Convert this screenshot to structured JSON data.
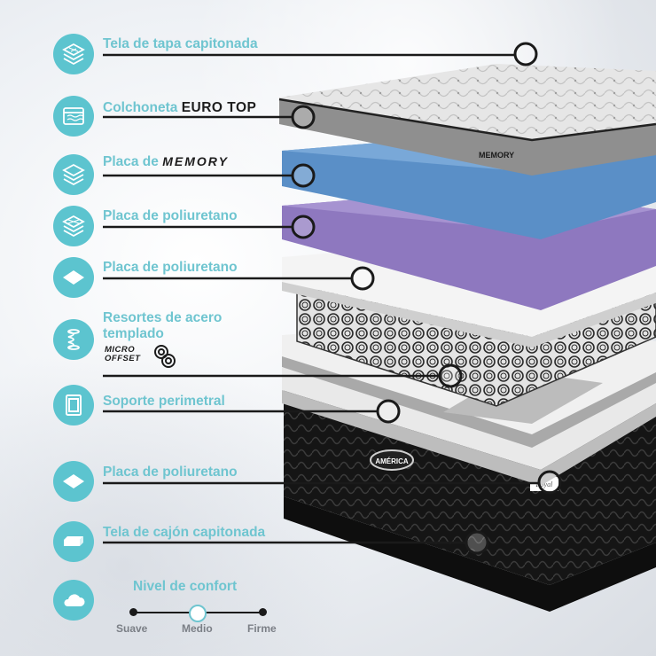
{
  "layers": [
    {
      "label": "Tela de tapa capitonada",
      "icon": "quilted-fabric-layers-icon"
    },
    {
      "label": "Colchoneta ",
      "brand": "EURO TOP",
      "icon": "euro-top-pad-icon"
    },
    {
      "label": "Placa de ",
      "brand": "MEMORY",
      "icon": "memory-foam-layers-icon"
    },
    {
      "label": "Placa de poliuretano",
      "icon": "foam-layers-icon"
    },
    {
      "label": "Placa de poliuretano",
      "icon": "foam-sheet-icon"
    },
    {
      "label": "Resortes de acero",
      "label2": "templado",
      "icon": "spring-icon"
    },
    {
      "label": "Soporte perimetral",
      "icon": "perimeter-support-icon"
    },
    {
      "label": "Placa de poliuretano",
      "icon": "foam-sheet-icon"
    },
    {
      "label": "Tela de cajón capitonada",
      "icon": "box-base-icon"
    }
  ],
  "spring_brand": {
    "line1": "MICRO",
    "line2": "OFFSET"
  },
  "mattress_labels": {
    "top_memory": "MEMORY",
    "base_brand": "AMÉRICA",
    "base_tag": "Royal"
  },
  "comfort": {
    "title": "Nivel de confort",
    "levels": [
      "Suave",
      "Medio",
      "Firme"
    ],
    "selected": "Medio",
    "value_fraction": 0.5,
    "icon": "cloud-icon"
  },
  "colors": {
    "accent": "#5cc4cf",
    "text_accent": "#6fc5d0",
    "memory_foam": "#5a8fc7",
    "purple_foam": "#8e78bf"
  }
}
